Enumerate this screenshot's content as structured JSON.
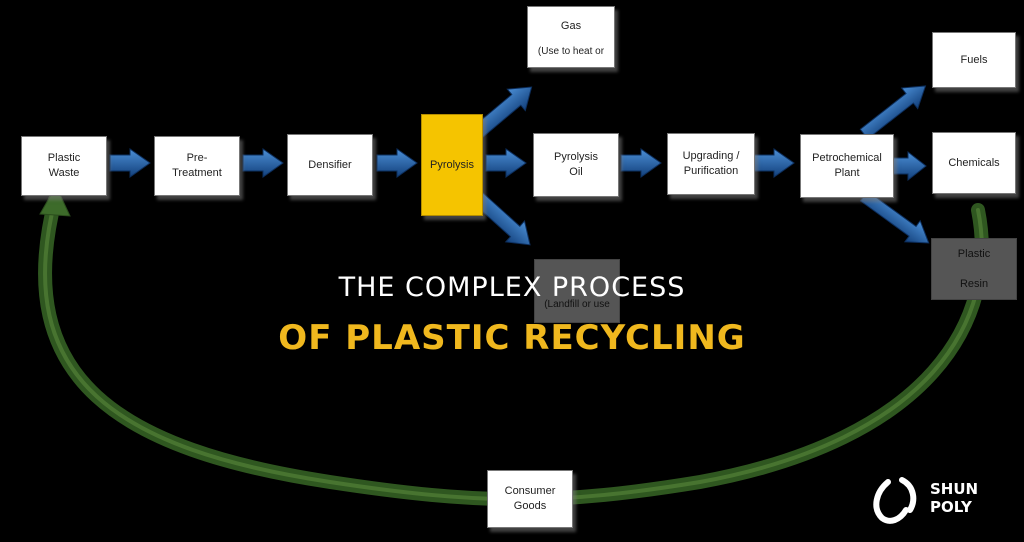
{
  "nodes": {
    "plastic_waste": "Plastic\nWaste",
    "pre_treatment": "Pre-\nTreatment",
    "densifier": "Densifier",
    "pyrolysis": "Pyrolysis",
    "gas": "Gas",
    "gas_note": "(Use to heat or",
    "pyrolysis_oil": "Pyrolysis\nOil",
    "residue_note": "(Landfill or use",
    "upgrading": "Upgrading /\nPurification",
    "petrochemical": "Petrochemical\nPlant",
    "fuels": "Fuels",
    "chemicals": "Chemicals",
    "plastic_resin": "Plastic\n\nResin",
    "consumer_goods": "Consumer\nGoods"
  },
  "overlay": {
    "line1": "THE COMPLEX PROCESS",
    "line2": "OF PLASTIC RECYCLING"
  },
  "logo": {
    "line1": "SHUN",
    "line2": "POLY"
  },
  "colors": {
    "arrow_blue": "#1f5fa8",
    "loop_green": "#3d6b2a",
    "pyrolysis_yellow": "#f5c400",
    "title_yellow": "#f0b81e"
  }
}
